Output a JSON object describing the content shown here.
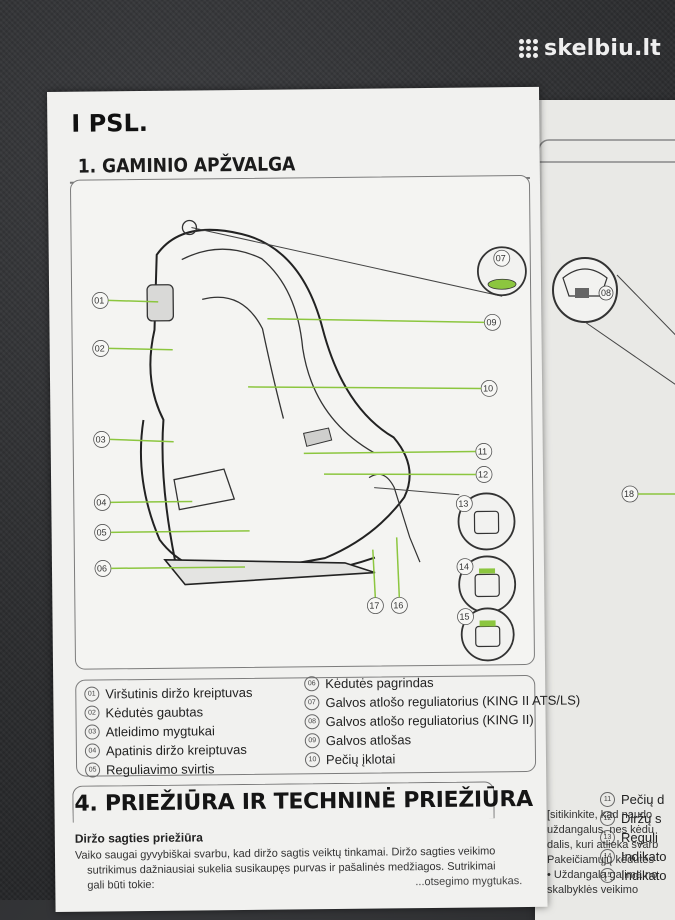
{
  "watermark": {
    "text": "skelbiu.lt"
  },
  "page": {
    "header": "I PSL.",
    "section_title": "1. GAMINIO APŽVALGA"
  },
  "callouts": [
    "01",
    "02",
    "03",
    "04",
    "05",
    "06",
    "07",
    "08",
    "09",
    "10",
    "11",
    "12",
    "13",
    "14",
    "15",
    "16",
    "17",
    "18"
  ],
  "legend": {
    "col1": [
      {
        "n": "01",
        "label": "Viršutinis diržo kreiptuvas"
      },
      {
        "n": "02",
        "label": "Kėdutės gaubtas"
      },
      {
        "n": "03",
        "label": "Atleidimo mygtukai"
      },
      {
        "n": "04",
        "label": "Apatinis diržo kreiptuvas"
      },
      {
        "n": "05",
        "label": "Reguliavimo svirtis"
      }
    ],
    "col2": [
      {
        "n": "06",
        "label": "Kėdutės pagrindas"
      },
      {
        "n": "07",
        "label": "Galvos atlošo reguliatorius (KING II ATS/LS)"
      },
      {
        "n": "08",
        "label": "Galvos atlošo reguliatorius (KING II)"
      },
      {
        "n": "09",
        "label": "Galvos atlošas"
      },
      {
        "n": "10",
        "label": "Pečių įklotai"
      }
    ],
    "col3": [
      {
        "n": "11",
        "label": "Pečių d"
      },
      {
        "n": "12",
        "label": "Diržų s"
      },
      {
        "n": "13",
        "label": "Reguli"
      },
      {
        "n": "14",
        "label": "Indikato"
      },
      {
        "n": "15",
        "label": "Indikato"
      }
    ]
  },
  "section4": {
    "title": "4. PRIEŽIŪRA IR TECHNINĖ PRIEŽIŪRA",
    "subtitle": "Diržo sagties priežiūra",
    "paragraph": [
      "Vaiko saugai gyvybiškai svarbu, kad diržo sagtis veiktų tinkamai. Diržo sagties veikimo",
      "sutrikimus dažniausiai sukelia susikaupęs purvas ir pašalinės medžiagos. Sutrikimai",
      "gali būti tokie:"
    ],
    "trailing": "...otsegimo mygtukas."
  },
  "right_page": {
    "lines": [
      "[sitikinkite, kad naudo",
      "uždangalus, nes kėdu",
      "dalis, kuri atlieka svarb",
      "Pakeičiamųjų kėdutės",
      "• Uždangalą galima no",
      "   skalbyklės veikimo"
    ]
  },
  "colors": {
    "accent_green": "#8cc63f",
    "paper": "#f1f1ef",
    "fabric": "#2c2d2f"
  }
}
